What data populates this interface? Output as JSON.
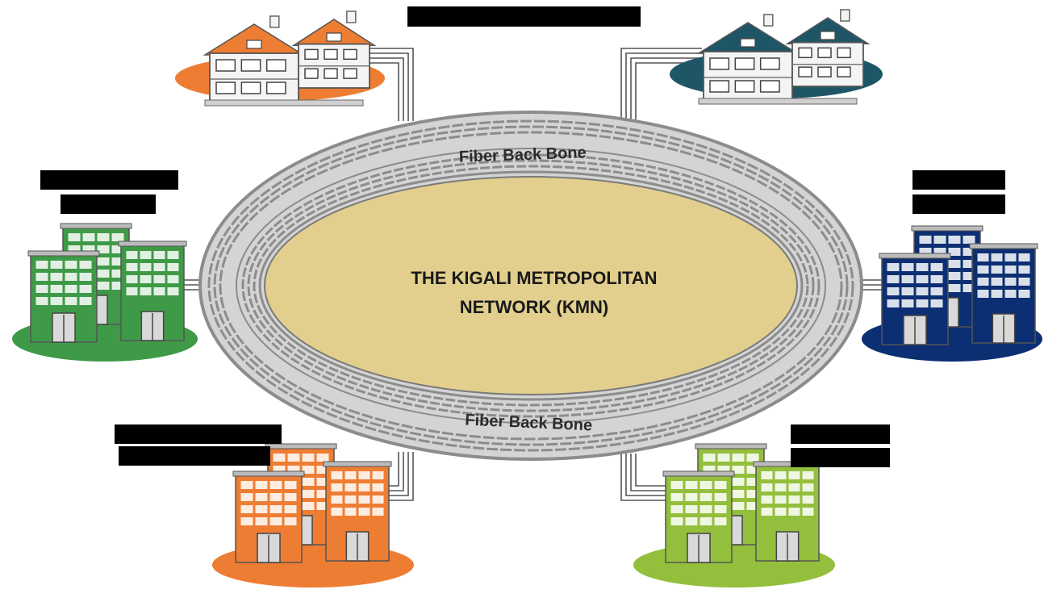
{
  "title": "THE KIGALI METROPOLITAN NETWORK (KMN)",
  "title_lines": [
    "THE KIGALI METROPOLITAN",
    "NETWORK (KMN)"
  ],
  "ring_labels": {
    "top": "Fiber Back Bone",
    "bottom": "Fiber Back Bone"
  },
  "colors": {
    "center_fill": "#e2cf8e",
    "ring_gray": "#8c8c8c",
    "ring_light": "#d4d4d4",
    "orange": "#ee7d34",
    "teal": "#1f5667",
    "green": "#3f9a48",
    "navy": "#0c2f73",
    "lime": "#93bf3c"
  },
  "sites": [
    {
      "id": "top-left",
      "kind": "houses",
      "color": "orange"
    },
    {
      "id": "top-right",
      "kind": "houses",
      "color": "teal"
    },
    {
      "id": "middle-left",
      "kind": "offices",
      "color": "green"
    },
    {
      "id": "middle-right",
      "kind": "offices",
      "color": "navy"
    },
    {
      "id": "bottom-left",
      "kind": "offices",
      "color": "orange"
    },
    {
      "id": "bottom-right",
      "kind": "offices",
      "color": "lime"
    }
  ]
}
